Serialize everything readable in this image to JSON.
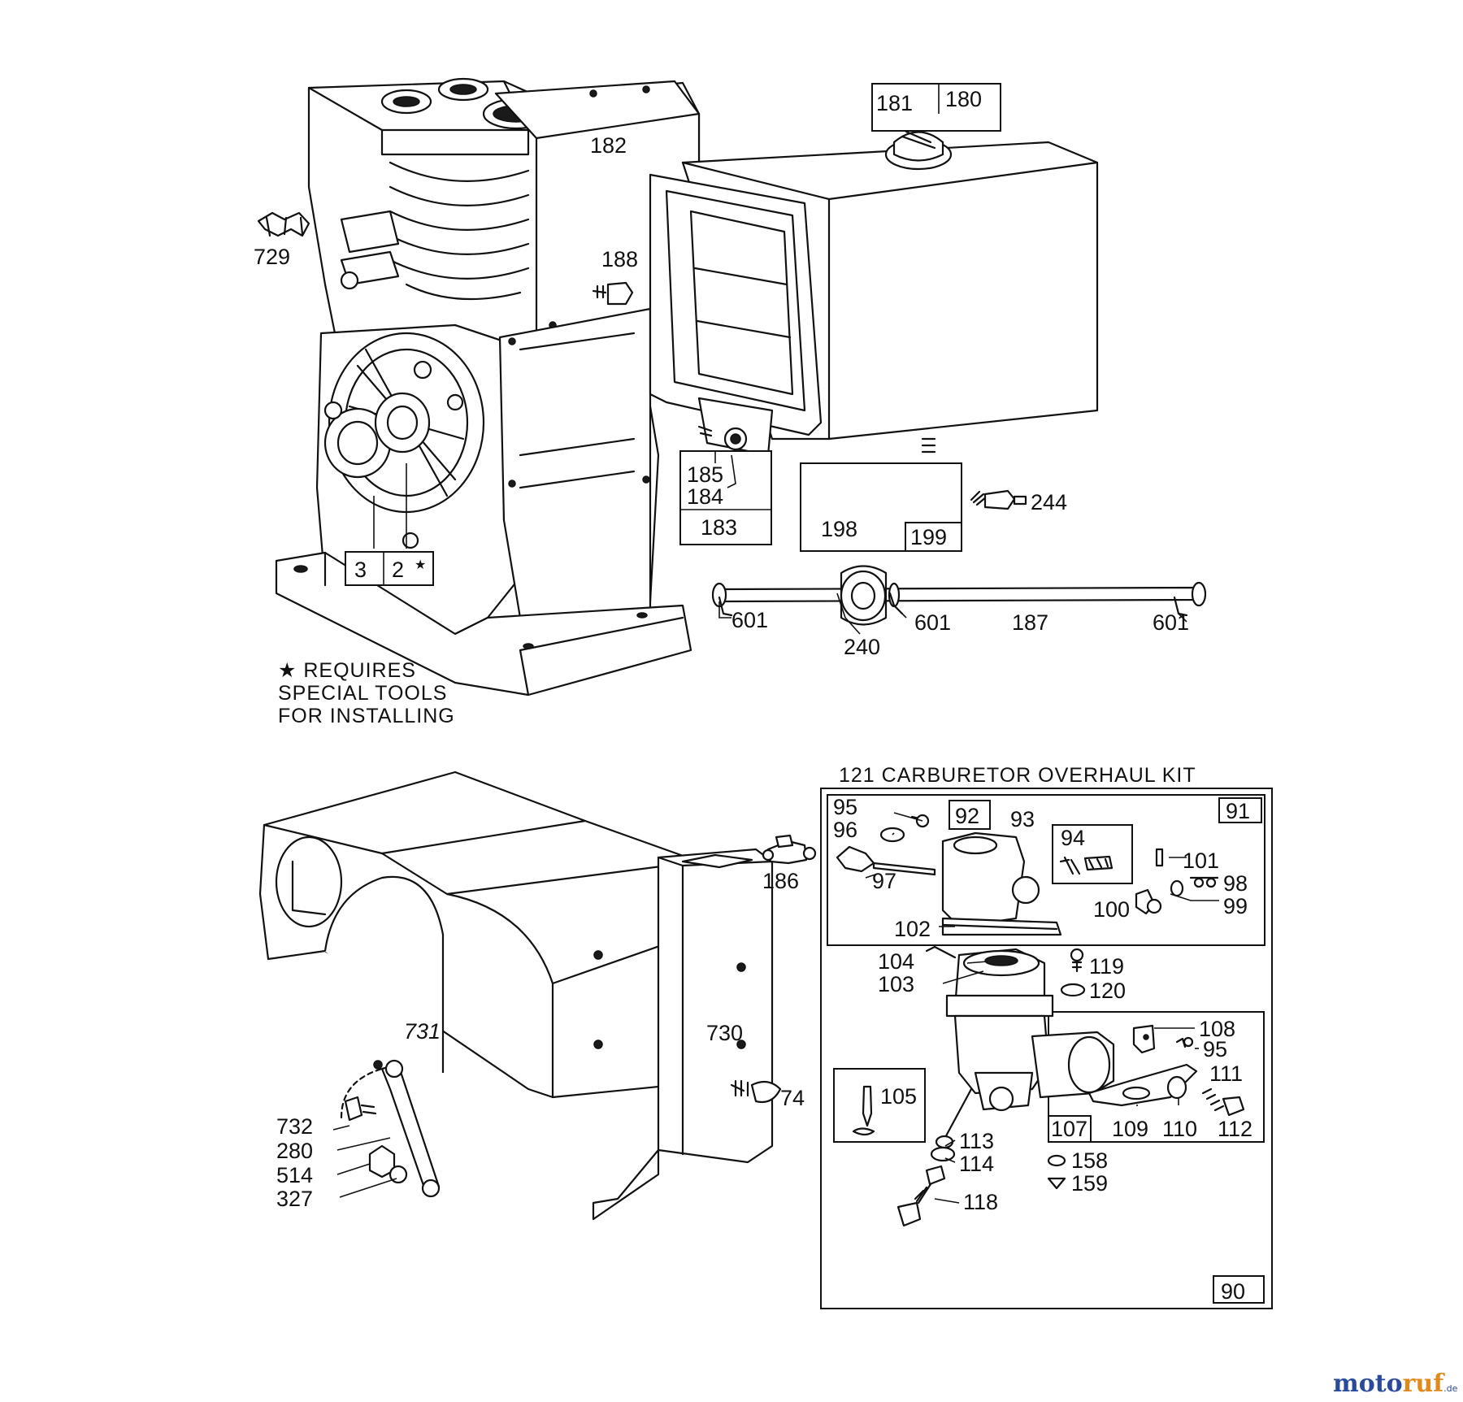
{
  "labels": {
    "p729": "729",
    "p182": "182",
    "p181": "181",
    "p180": "180",
    "p188": "188",
    "p185": "185",
    "p184": "184",
    "p183": "183",
    "p198": "198",
    "p199": "199",
    "p244": "244",
    "p3": "3",
    "p2": "2",
    "star": "★",
    "p601a": "601",
    "p601b": "601",
    "p187": "187",
    "p601c": "601",
    "p240": "240",
    "p186": "186",
    "p731": "731",
    "p730": "730",
    "p74": "74",
    "p732": "732",
    "p280": "280",
    "p514": "514",
    "p327": "327",
    "p95a": "95",
    "p96": "96",
    "p92": "92",
    "p93": "93",
    "p94": "94",
    "p91": "91",
    "p101": "101",
    "p98": "98",
    "p99": "99",
    "p100": "100",
    "p97": "97",
    "p102": "102",
    "p104": "104",
    "p103": "103",
    "p119": "119",
    "p120": "120",
    "p108": "108",
    "p95b": "95",
    "p111": "111",
    "p105": "105",
    "p107": "107",
    "p109": "109",
    "p110": "110",
    "p112": "112",
    "p113": "113",
    "p114": "114",
    "p158": "158",
    "p159": "159",
    "p118": "118",
    "p90": "90"
  },
  "note": {
    "line1": "★ REQUIRES",
    "line2": "SPECIAL TOOLS",
    "line3": "FOR INSTALLING"
  },
  "kit_title": "121 CARBURETOR OVERHAUL KIT",
  "watermark": {
    "moto": "moto",
    "ruf": "ruf",
    "tld": ".de"
  }
}
